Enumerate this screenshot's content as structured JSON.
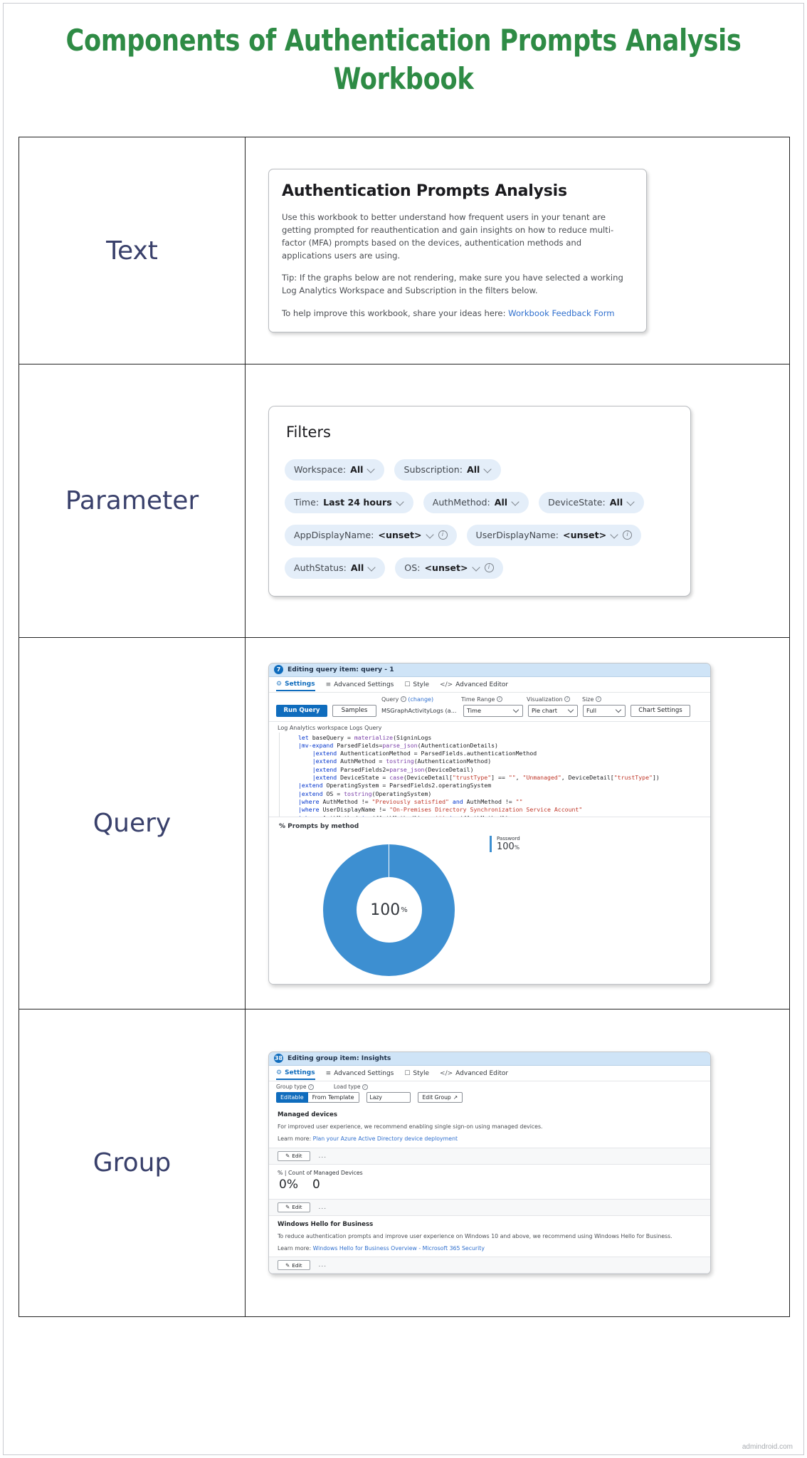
{
  "page": {
    "title": "Components of Authentication Prompts Analysis Workbook",
    "footer": "admindroid.com",
    "accent_green": "#2e8b45",
    "label_color": "#39406b"
  },
  "rows": [
    {
      "label": "Text"
    },
    {
      "label": "Parameter"
    },
    {
      "label": "Query"
    },
    {
      "label": "Group"
    }
  ],
  "text_widget": {
    "heading": "Authentication Prompts Analysis",
    "paragraph1": "Use this workbook to better understand how frequent users in your tenant are getting prompted for reauthentication and gain insights on how to reduce multi-factor (MFA) prompts based on the devices, authentication methods and applications users are using.",
    "paragraph2": "Tip: If the graphs below are not rendering, make sure you have selected a working Log Analytics Workspace and Subscription in the filters below.",
    "paragraph3_prefix": "To help improve this workbook, share your ideas here: ",
    "link_text": "Workbook Feedback Form"
  },
  "filters": {
    "heading": "Filters",
    "rows": [
      [
        {
          "label": "Workspace:",
          "value": "All",
          "chevron": true,
          "info": false
        },
        {
          "label": "Subscription:",
          "value": "All",
          "chevron": true,
          "info": false
        }
      ],
      [
        {
          "label": "Time:",
          "value": "Last 24 hours",
          "chevron": true,
          "info": false
        },
        {
          "label": "AuthMethod:",
          "value": "All",
          "chevron": true,
          "info": false
        },
        {
          "label": "DeviceState:",
          "value": "All",
          "chevron": true,
          "info": false
        }
      ],
      [
        {
          "label": "AppDisplayName:",
          "value": "<unset>",
          "chevron": true,
          "info": true
        },
        {
          "label": "UserDisplayName:",
          "value": "<unset>",
          "chevron": true,
          "info": true
        }
      ],
      [
        {
          "label": "AuthStatus:",
          "value": "All",
          "chevron": true,
          "info": false
        },
        {
          "label": "OS:",
          "value": "<unset>",
          "chevron": true,
          "info": true
        }
      ]
    ]
  },
  "query_widget": {
    "header_badge": "7",
    "header_title": "Editing query item: query - 1",
    "tabs": [
      {
        "label": "Settings",
        "icon": "gear-icon",
        "active": true
      },
      {
        "label": "Advanced Settings",
        "icon": "sliders-icon",
        "active": false
      },
      {
        "label": "Style",
        "icon": "style-icon",
        "active": false
      },
      {
        "label": "Advanced Editor",
        "icon": "code-icon",
        "active": false
      }
    ],
    "labels": {
      "query": "Query",
      "change": "(change)",
      "time_range": "Time Range",
      "visualization": "Visualization",
      "size": "Size"
    },
    "controls": {
      "run_query": "Run Query",
      "samples": "Samples",
      "query_source": "MSGraphActivityLogs (a...",
      "time_range_value": "Time",
      "visualization_value": "Pie chart",
      "size_value": "Full",
      "chart_settings": "Chart Settings"
    },
    "code_caption": "Log Analytics workspace Logs Query",
    "code_lines": [
      "let baseQuery = materialize(SigninLogs",
      "|mv-expand ParsedFields=parse_json(AuthenticationDetails)",
      "    |extend AuthenticationMethod = ParsedFields.authenticationMethod",
      "    |extend AuthMethod = tostring(AuthenticationMethod)",
      "    |extend ParsedFields2=parse_json(DeviceDetail)",
      "    |extend DeviceState = case(DeviceDetail[\"trustType\"] == \"\", \"Unmanaged\", DeviceDetail[\"trustType\"])",
      "|extend OperatingSystem = ParsedFields2.operatingSystem",
      "|extend OS = tostring(OperatingSystem)",
      "|where AuthMethod != \"Previously satisfied\" and AuthMethod != \"\"",
      "|where UserDisplayName != \"On-Premises Directory Synchronization Service Account\"",
      "|where AuthMethod in ({AuthMethod}) or '*' in ({AuthMethod})"
    ],
    "chart_title": "% Prompts by method"
  },
  "chart_data": {
    "type": "pie",
    "title": "% Prompts by method",
    "categories": [
      "Password"
    ],
    "values": [
      100
    ],
    "unit": "%",
    "center_label": "100",
    "center_unit": "%",
    "legend_position": "right",
    "legend": [
      {
        "name": "Password",
        "value": "100",
        "unit": "%",
        "color": "#3d8fd1"
      }
    ]
  },
  "group_widget": {
    "header_badge": "38",
    "header_title": "Editing group item: Insights",
    "tabs": [
      {
        "label": "Settings",
        "icon": "gear-icon",
        "active": true
      },
      {
        "label": "Advanced Settings",
        "icon": "sliders-icon",
        "active": false
      },
      {
        "label": "Style",
        "icon": "style-icon",
        "active": false
      },
      {
        "label": "Advanced Editor",
        "icon": "code-icon",
        "active": false
      }
    ],
    "labels": {
      "group_type": "Group type",
      "load_type": "Load type"
    },
    "controls": {
      "seg_on": "Editable",
      "seg_off": "From Template",
      "load_value": "Lazy",
      "edit_group": "Edit Group"
    },
    "sections": [
      {
        "heading": "Managed devices",
        "body": "For improved user experience, we recommend enabling single sign-on using managed devices.",
        "learn_prefix": "Learn more: ",
        "learn_link": "Plan your Azure Active Directory device deployment",
        "edit_label": "Edit",
        "dots": "..."
      },
      {
        "heading": "% | Count of Managed Devices",
        "metric_percent": "0%",
        "metric_count": "0",
        "edit_label": "Edit",
        "dots": "..."
      },
      {
        "heading": "Windows Hello for Business",
        "body": "To reduce authentication prompts and improve user experience on Windows 10 and above, we recommend using Windows Hello for Business.",
        "learn_prefix": "Learn more: ",
        "learn_link": "Windows Hello for Business Overview - Microsoft 365 Security",
        "edit_label": "Edit",
        "dots": "..."
      }
    ]
  }
}
